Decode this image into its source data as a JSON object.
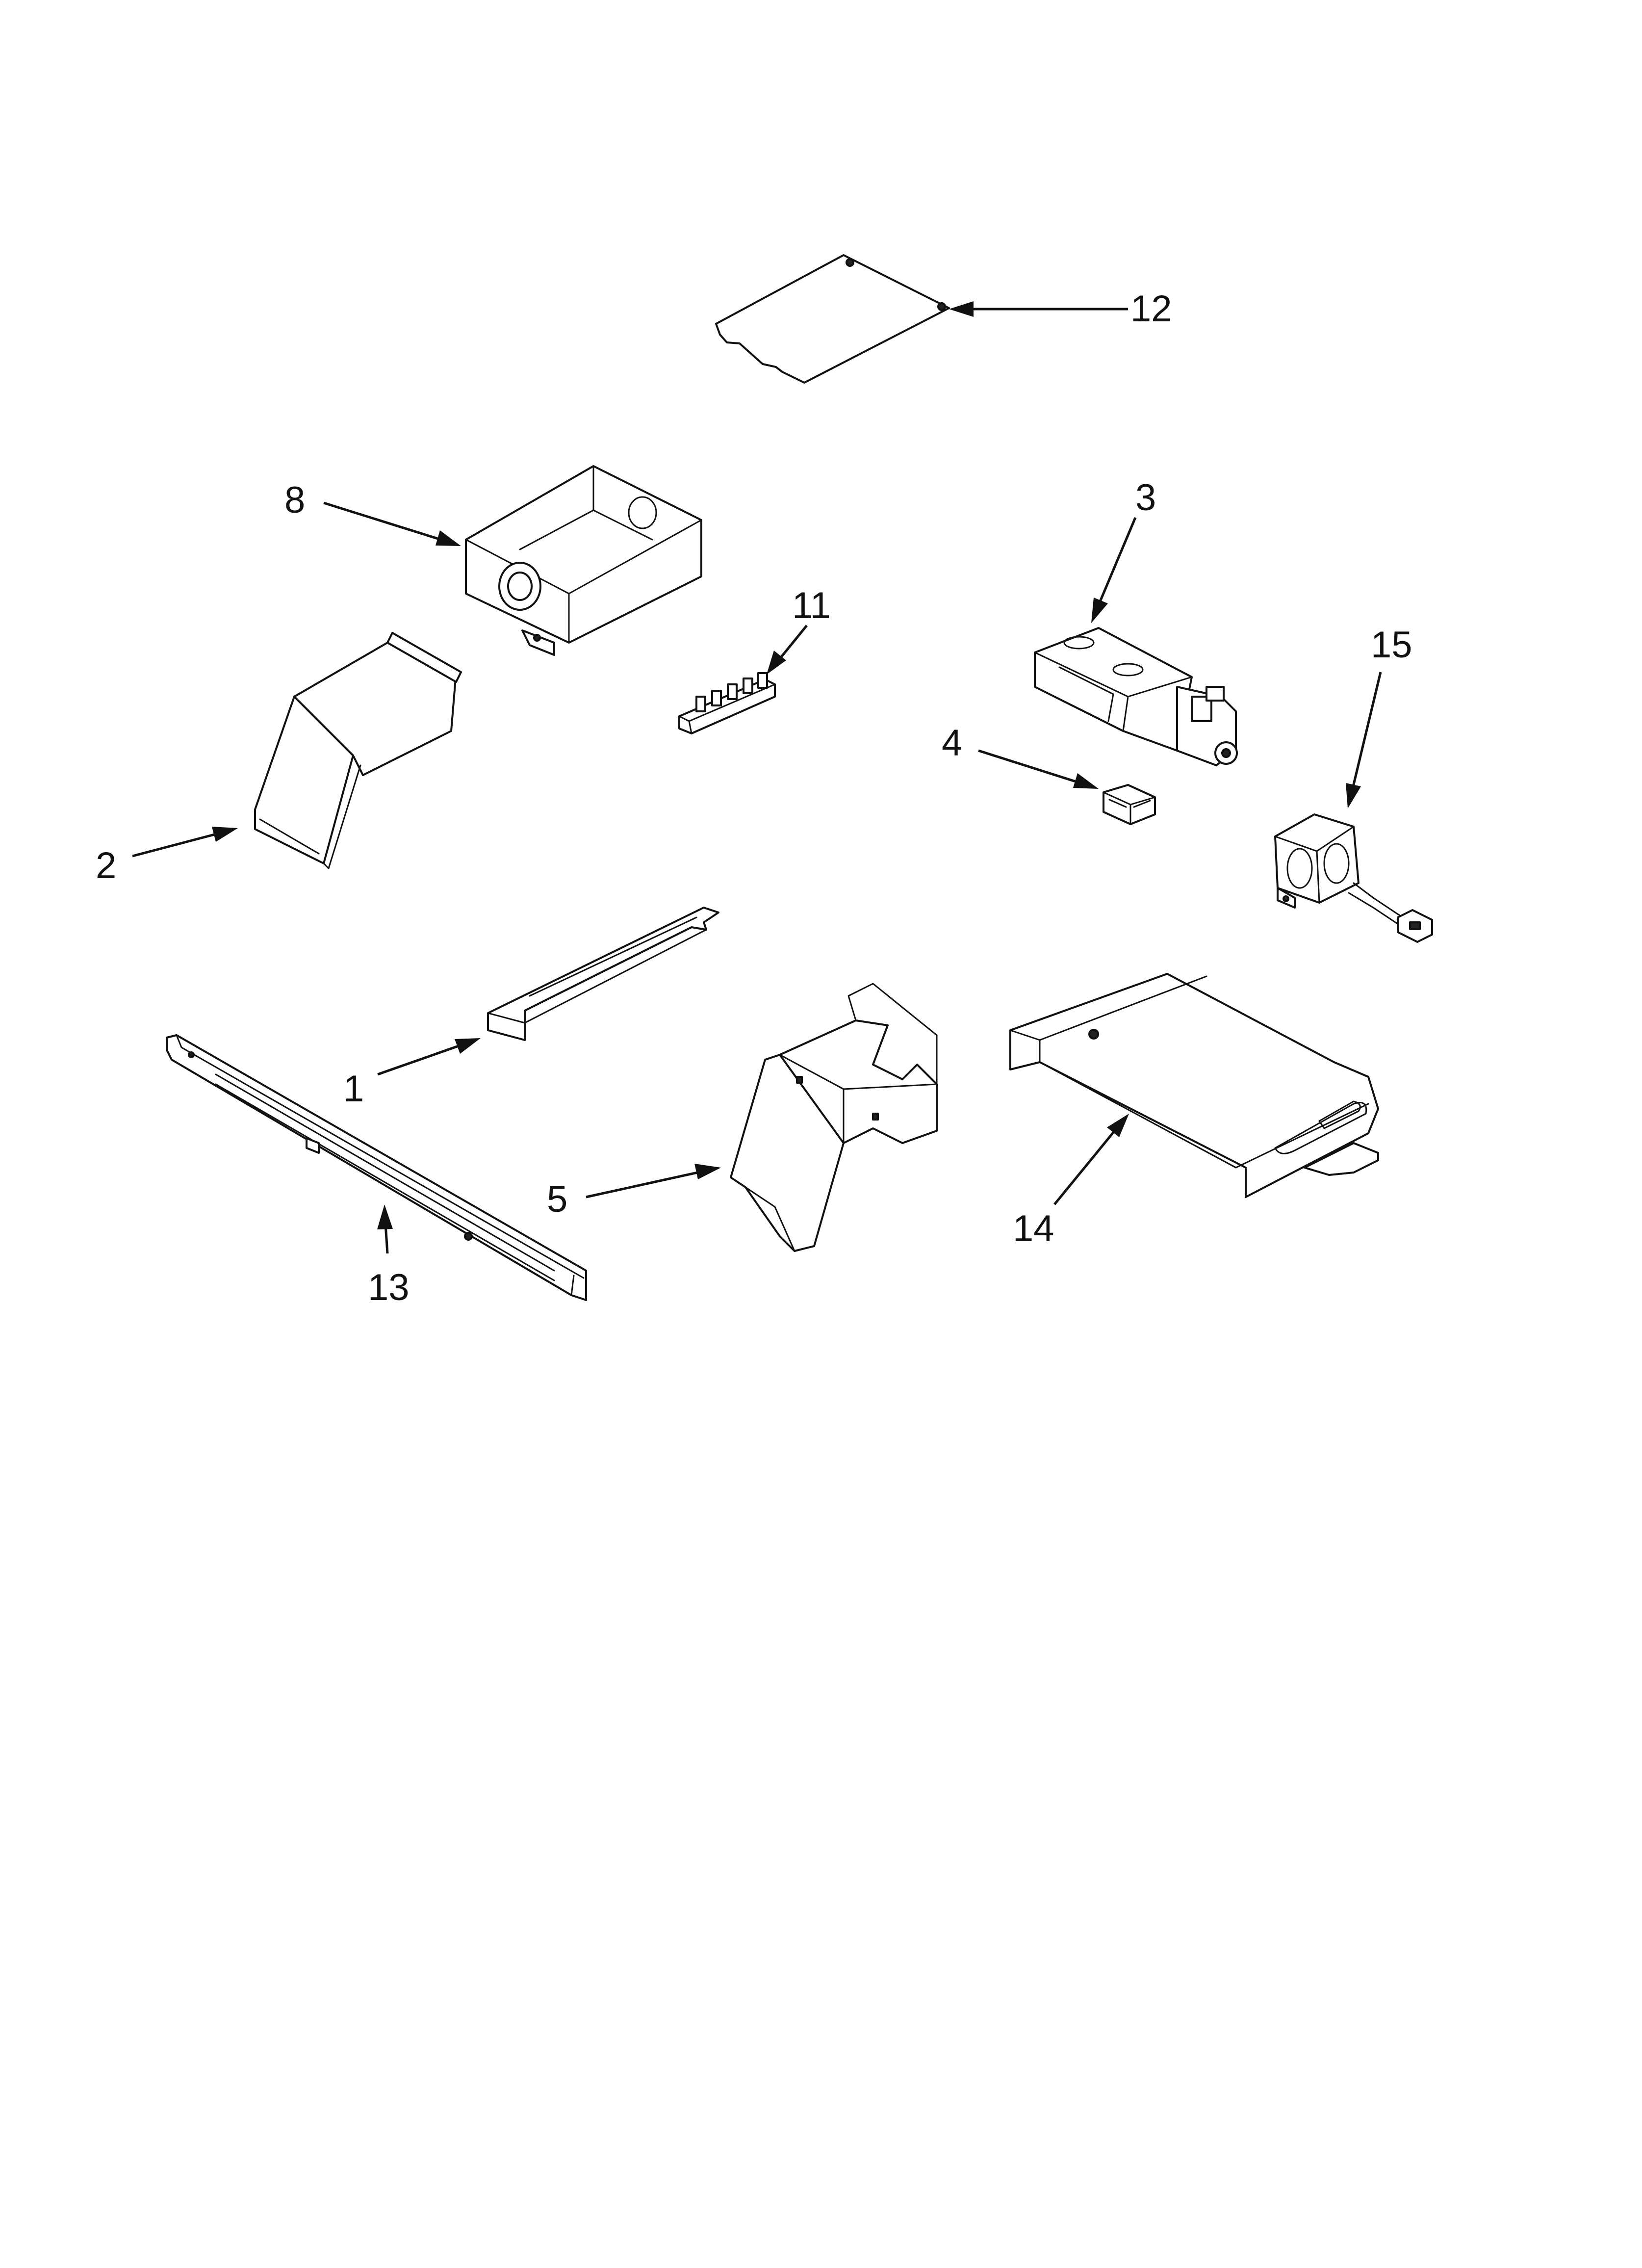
{
  "diagram": {
    "callouts": [
      {
        "id": "12",
        "label": "12"
      },
      {
        "id": "8",
        "label": "8"
      },
      {
        "id": "3",
        "label": "3"
      },
      {
        "id": "11",
        "label": "11"
      },
      {
        "id": "15",
        "label": "15"
      },
      {
        "id": "4",
        "label": "4"
      },
      {
        "id": "2",
        "label": "2"
      },
      {
        "id": "1",
        "label": "1"
      },
      {
        "id": "5",
        "label": "5"
      },
      {
        "id": "14",
        "label": "14"
      },
      {
        "id": "13",
        "label": "13"
      }
    ]
  }
}
